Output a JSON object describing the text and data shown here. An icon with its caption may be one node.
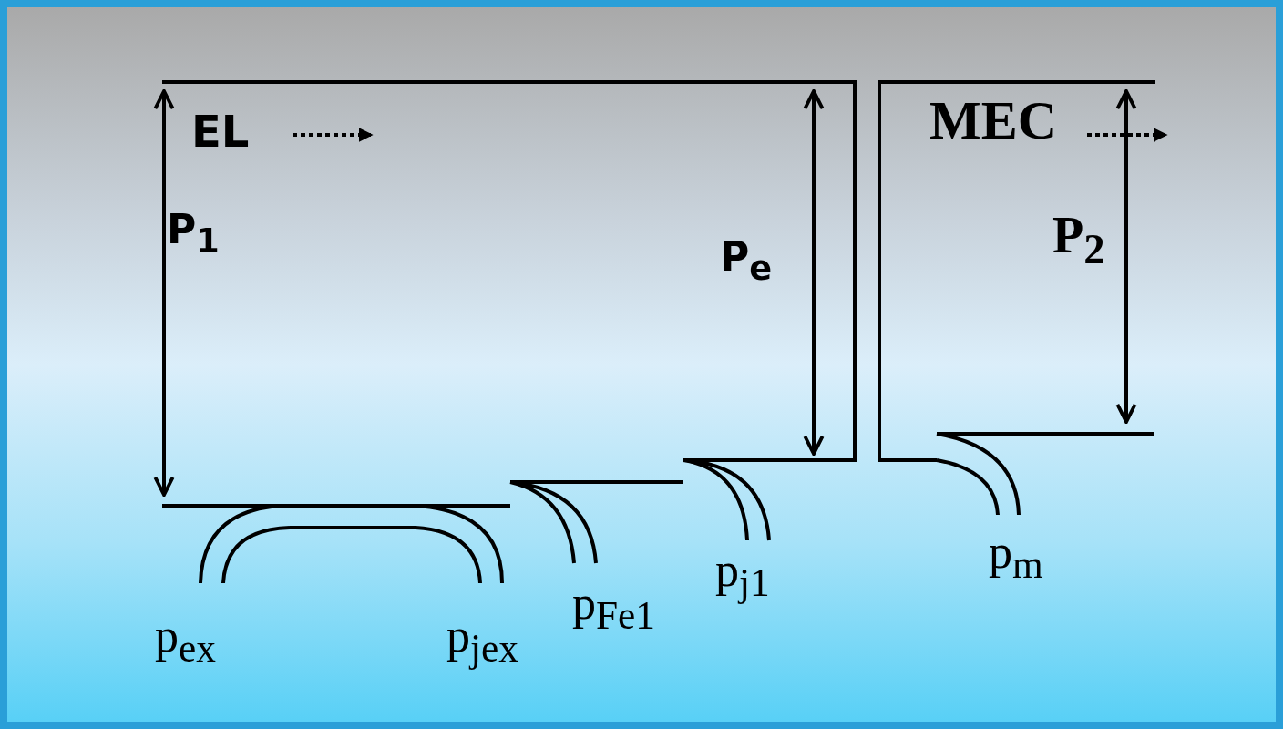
{
  "diagram": {
    "labels": [
      "EL",
      "MEC",
      "P$_{1}$",
      "P$_{2}$",
      "P$_{e}$",
      "p$_{m}$",
      "p$_{j1}$",
      "p$_{Fe1}$",
      "p$_{ex}$",
      "p$_{jex}$"
    ]
  }
}
